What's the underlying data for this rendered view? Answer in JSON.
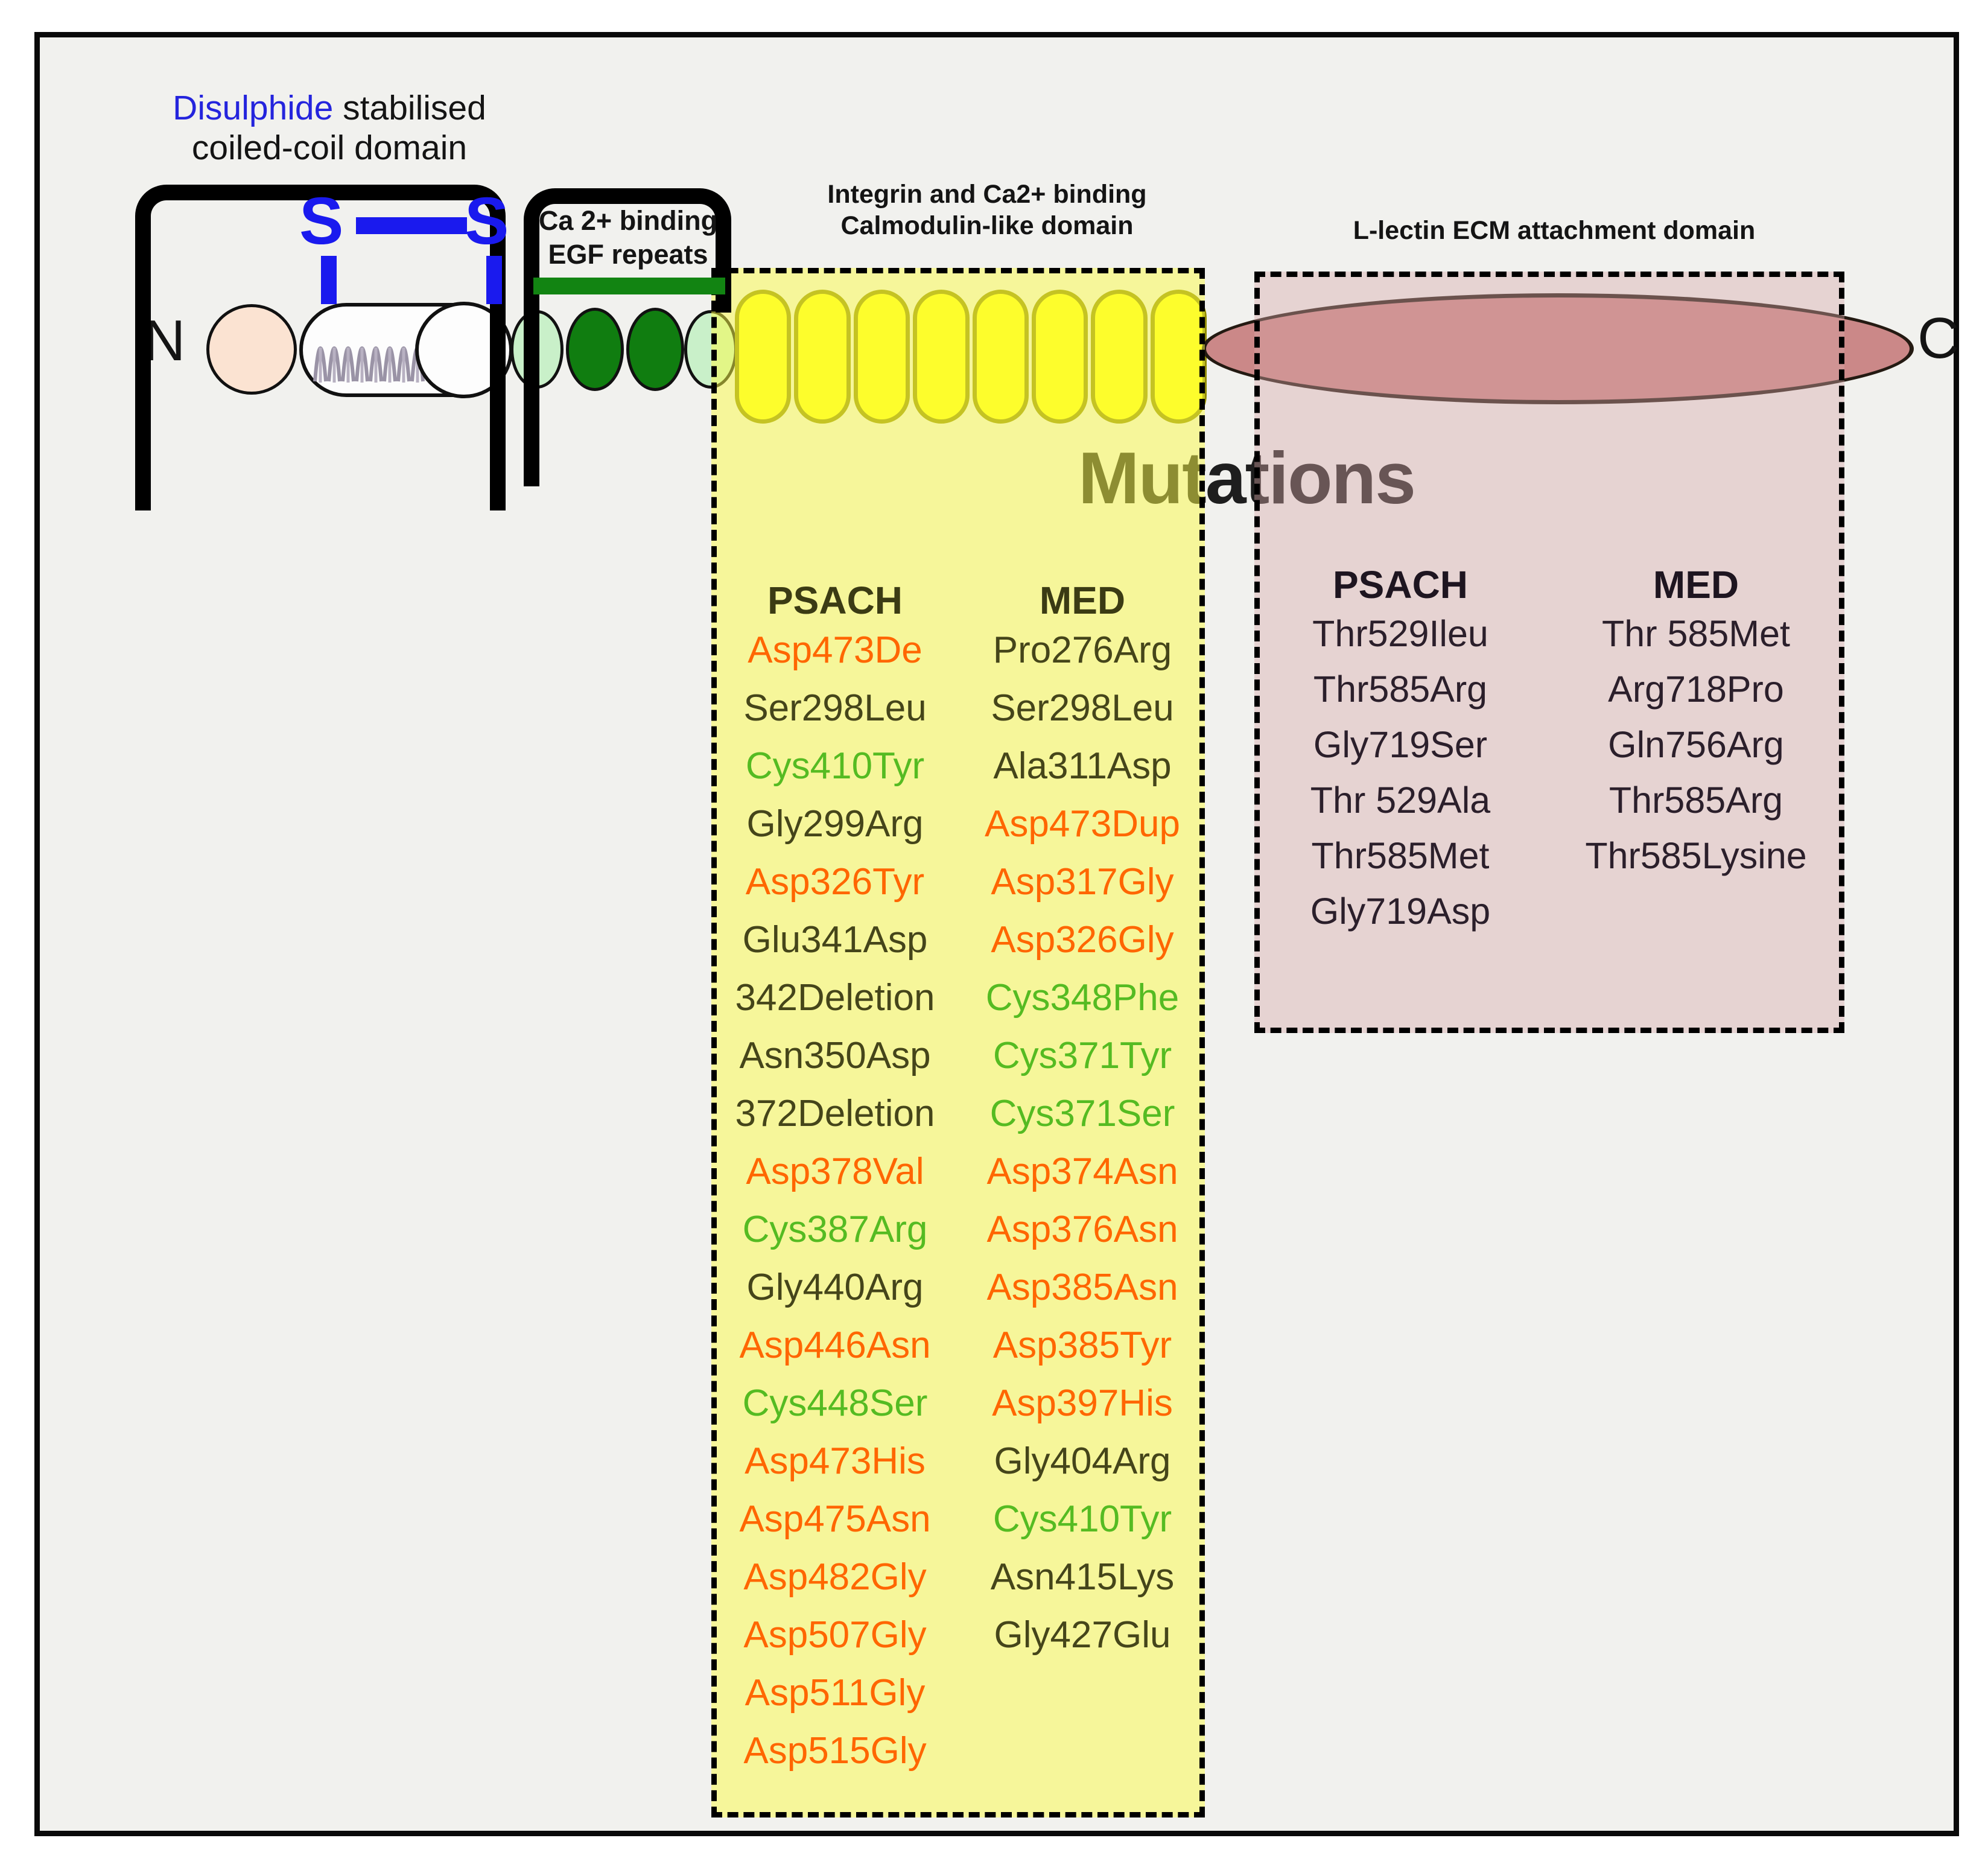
{
  "title": "Mutations",
  "terminals": {
    "n": "N",
    "c": "C"
  },
  "disulphide_bond": {
    "s_left": "S",
    "s_right": "S"
  },
  "domain_labels": {
    "coiled_coil_word1": "Disulphide",
    "coiled_coil_rest1": " stabilised",
    "coiled_coil_line2": "coiled-coil domain",
    "egf_line1": "Ca 2+ binding",
    "egf_line2": "EGF repeats",
    "calmodulin_line1": "Integrin and Ca2+ binding",
    "calmodulin_line2": "Calmodulin-like domain",
    "lectin": "L-lectin ECM attachment domain"
  },
  "colors": {
    "accent_blue": "#1a1aee",
    "egf_underline_green": "#128412",
    "dark_green_repeat": "#107d10",
    "light_green_repeat": "#c9f0c9",
    "calmodulin_repeat_yellow": "#ffff12",
    "lectin_domain_pink": "#cb8888",
    "mutation_orange": "#ff6600",
    "mutation_green": "#55bb22",
    "mutation_dark": "#45451a"
  },
  "calmodulin_mutations": {
    "psach_header": "PSACH",
    "med_header": "MED",
    "psach": [
      {
        "label": "Asp473De",
        "tone": "orange"
      },
      {
        "label": "Ser298Leu",
        "tone": "dark"
      },
      {
        "label": "Cys410Tyr",
        "tone": "green"
      },
      {
        "label": "Gly299Arg",
        "tone": "dark"
      },
      {
        "label": "Asp326Tyr",
        "tone": "orange"
      },
      {
        "label": "Glu341Asp",
        "tone": "dark"
      },
      {
        "label": "342Deletion",
        "tone": "dark"
      },
      {
        "label": "Asn350Asp",
        "tone": "dark"
      },
      {
        "label": "372Deletion",
        "tone": "dark"
      },
      {
        "label": "Asp378Val",
        "tone": "orange"
      },
      {
        "label": "Cys387Arg",
        "tone": "green"
      },
      {
        "label": "Gly440Arg",
        "tone": "dark"
      },
      {
        "label": "Asp446Asn",
        "tone": "orange"
      },
      {
        "label": "Cys448Ser",
        "tone": "green"
      },
      {
        "label": "Asp473His",
        "tone": "orange"
      },
      {
        "label": "Asp475Asn",
        "tone": "orange"
      },
      {
        "label": "Asp482Gly",
        "tone": "orange"
      },
      {
        "label": "Asp507Gly",
        "tone": "orange"
      },
      {
        "label": "Asp511Gly",
        "tone": "orange"
      },
      {
        "label": "Asp515Gly",
        "tone": "orange"
      }
    ],
    "med": [
      {
        "label": "Pro276Arg",
        "tone": "dark"
      },
      {
        "label": "Ser298Leu",
        "tone": "dark"
      },
      {
        "label": "Ala311Asp",
        "tone": "dark"
      },
      {
        "label": "Asp473Dup",
        "tone": "orange"
      },
      {
        "label": "Asp317Gly",
        "tone": "orange"
      },
      {
        "label": "Asp326Gly",
        "tone": "orange"
      },
      {
        "label": "Cys348Phe",
        "tone": "green"
      },
      {
        "label": "Cys371Tyr",
        "tone": "green"
      },
      {
        "label": "Cys371Ser",
        "tone": "green"
      },
      {
        "label": "Asp374Asn",
        "tone": "orange"
      },
      {
        "label": "Asp376Asn",
        "tone": "orange"
      },
      {
        "label": "Asp385Asn",
        "tone": "orange"
      },
      {
        "label": "Asp385Tyr",
        "tone": "orange"
      },
      {
        "label": "Asp397His",
        "tone": "orange"
      },
      {
        "label": "Gly404Arg",
        "tone": "dark"
      },
      {
        "label": "Cys410Tyr",
        "tone": "green"
      },
      {
        "label": "Asn415Lys",
        "tone": "dark"
      },
      {
        "label": "Gly427Glu",
        "tone": "dark"
      }
    ]
  },
  "lectin_mutations": {
    "psach_header": "PSACH",
    "med_header": "MED",
    "psach": [
      {
        "label": "Thr529Ileu",
        "tone": "plain"
      },
      {
        "label": "Thr585Arg",
        "tone": "plain"
      },
      {
        "label": "Gly719Ser",
        "tone": "plain"
      },
      {
        "label": "Thr 529Ala",
        "tone": "plain"
      },
      {
        "label": "Thr585Met",
        "tone": "plain"
      },
      {
        "label": "Gly719Asp",
        "tone": "plain"
      }
    ],
    "med": [
      {
        "label": "Thr 585Met",
        "tone": "plain"
      },
      {
        "label": "Arg718Pro",
        "tone": "plain"
      },
      {
        "label": "Gln756Arg",
        "tone": "plain"
      },
      {
        "label": "Thr585Arg",
        "tone": "plain"
      },
      {
        "label": "Thr585Lysine",
        "tone": "plain"
      }
    ]
  }
}
